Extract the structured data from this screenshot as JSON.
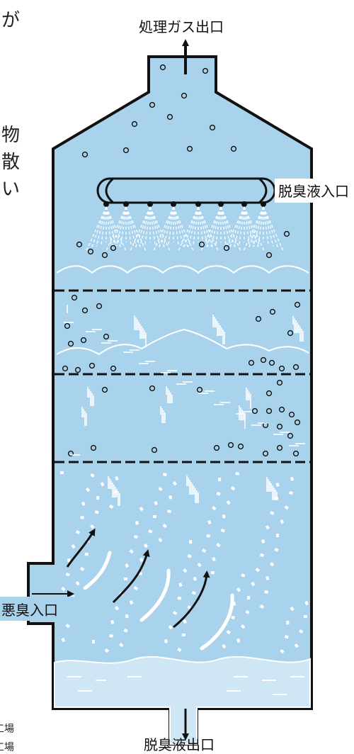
{
  "labels": {
    "top_outlet": "処理ガス出口",
    "liquid_inlet": "脱臭液入口",
    "gas_inlet": "悪臭入口",
    "liquid_outlet": "脱臭液出口"
  },
  "edge_text": {
    "left_top": "が",
    "left_mid1": "物",
    "left_mid2": "散",
    "left_mid3": "い",
    "left_bottom1": "工場",
    "left_bottom2": "工場"
  },
  "colors": {
    "liquid": "#a9d3ec",
    "outline": "#111111",
    "foam": "#ffffff"
  }
}
